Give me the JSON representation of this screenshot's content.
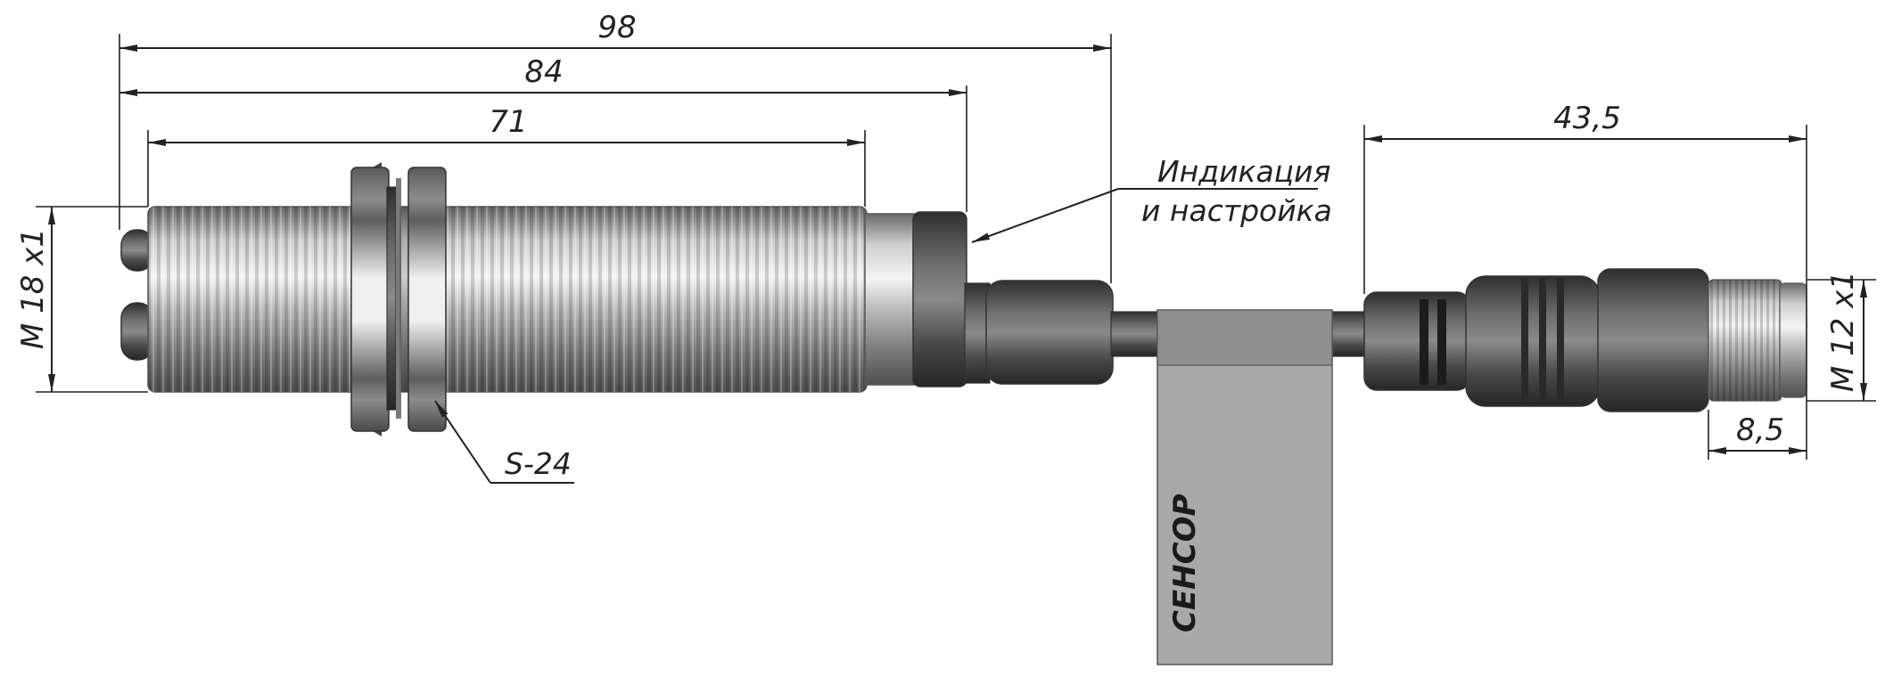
{
  "dimensions": {
    "overall_length": "98",
    "body_length": "84",
    "thread_length": "71",
    "cable_connector_length": "43,5",
    "connector_thread_length": "8,5",
    "main_thread": "M 18 x1",
    "connector_thread": "M 12 x1"
  },
  "labels": {
    "indication_line1": "Индикация",
    "indication_line2": "и настройка",
    "wrench_size": "S-24",
    "brand": "СЕНСОР"
  },
  "colors": {
    "metal_light": "#e8e8e8",
    "metal_mid": "#9a9a9a",
    "metal_dark": "#4a4a4a",
    "rubber_dark": "#3a3a3a",
    "label_gray": "#a9a9a9"
  }
}
